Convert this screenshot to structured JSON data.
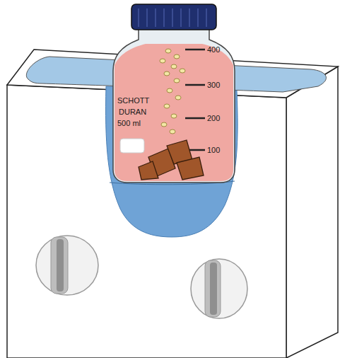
{
  "diagram": {
    "labels": [
      "SCHOTT",
      "DURAN",
      "500 ml",
      "400",
      "300",
      "200",
      "100"
    ]
  }
}
